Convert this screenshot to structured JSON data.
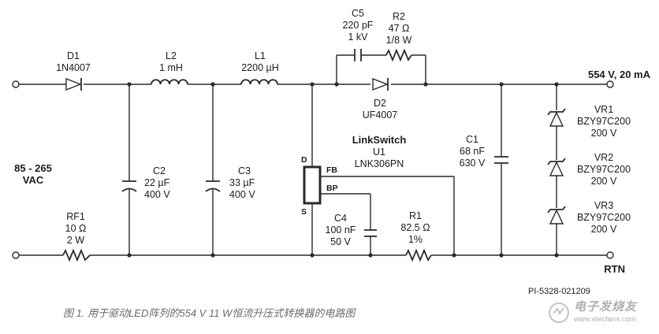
{
  "input": {
    "label_line1": "85 - 265",
    "label_line2": "VAC"
  },
  "output": {
    "label": "554 V, 20 mA",
    "return_label": "RTN"
  },
  "components": {
    "D1": {
      "ref": "D1",
      "value": "1N4007"
    },
    "L2": {
      "ref": "L2",
      "value": "1 mH"
    },
    "L1": {
      "ref": "L1",
      "value": "2200 µH"
    },
    "C5": {
      "ref": "C5",
      "value1": "220 pF",
      "value2": "1 kV"
    },
    "R2": {
      "ref": "R2",
      "value1": "47 Ω",
      "value2": "1/8 W"
    },
    "D2": {
      "ref": "D2",
      "value": "UF4007"
    },
    "C2": {
      "ref": "C2",
      "value1": "22 µF",
      "value2": "400 V"
    },
    "C3": {
      "ref": "C3",
      "value1": "33 µF",
      "value2": "400 V"
    },
    "U1": {
      "family": "LinkSwitch",
      "ref": "U1",
      "value": "LNK306PN",
      "pin_d": "D",
      "pin_s": "S",
      "pin_fb": "FB",
      "pin_bp": "BP"
    },
    "C4": {
      "ref": "C4",
      "value1": "100 nF",
      "value2": "50 V"
    },
    "R1": {
      "ref": "R1",
      "value1": "82.5 Ω",
      "value2": "1%"
    },
    "C1": {
      "ref": "C1",
      "value1": "68 nF",
      "value2": "630 V"
    },
    "RF1": {
      "ref": "RF1",
      "value1": "10 Ω",
      "value2": "2 W"
    },
    "VR1": {
      "ref": "VR1",
      "value1": "BZY97C200",
      "value2": "200 V"
    },
    "VR2": {
      "ref": "VR2",
      "value1": "BZY97C200",
      "value2": "200 V"
    },
    "VR3": {
      "ref": "VR3",
      "value1": "BZY97C200",
      "value2": "200 V"
    }
  },
  "drawing_id": "PI-5328-021209",
  "caption": "图 1. 用于驱动LED阵列的554 V 11 W恒流升压式转换器的电路图",
  "watermark": {
    "name": "电子发烧友",
    "url": "www.elecfans.com"
  }
}
